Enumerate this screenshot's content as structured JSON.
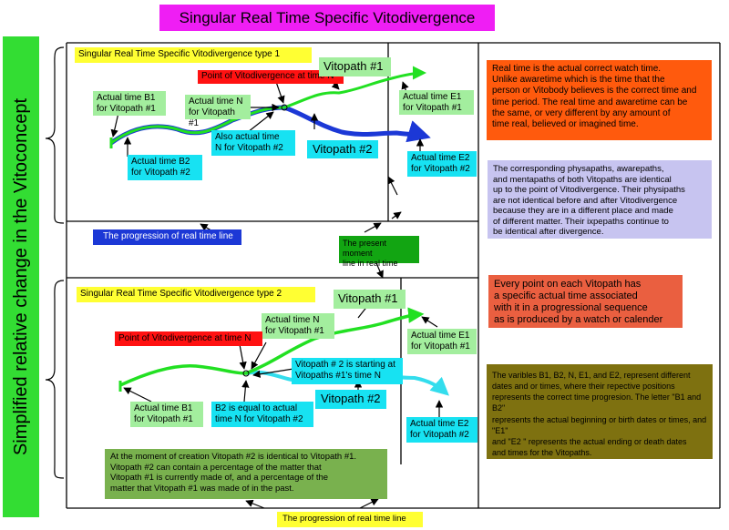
{
  "title": "Singular Real Time Specific Vitodivergence",
  "side_label": "Simplified relative change in the Vitoconcept",
  "colors": {
    "title_bg": "#ef1ef4",
    "side_bg": "#33dd33",
    "path1": "#22e022",
    "path2_top": "#1c38d6",
    "path2_bottom": "#33dded",
    "red_label": "#ff1111",
    "light_green": "#a3ee9e",
    "cyan": "#17e2f2",
    "yellow": "#ffff33",
    "orange_box": "#ff5a0d",
    "lavender_box": "#c7c4f0",
    "coral_box": "#ea5f40",
    "olive_box": "#7e7110",
    "dark_green_box": "#12a512",
    "sage_box": "#79b14e"
  },
  "top_panel": {
    "header": "Singular Real Time Specific Vitodivergence type 1",
    "point_label": "Point of Vitodivergence at time N",
    "path1_label": "Vitopath #1",
    "path2_label": "Vitopath #2",
    "b1": [
      "Actual time B1",
      "for Vitopath #1"
    ],
    "b2": [
      "Actual time B2",
      "for Vitopath #2"
    ],
    "n1": [
      "Actual time N",
      "for Vitopath #1"
    ],
    "n2": [
      "Also actual time",
      "N for Vitopath #2"
    ],
    "e1": [
      "Actual time E1",
      "for Vitopath #1"
    ],
    "e2": [
      "Actual time E2",
      "for Vitopath #2"
    ],
    "timeline": "The progression of real time line"
  },
  "present_moment": [
    "The present moment",
    "line in real time"
  ],
  "bottom_panel": {
    "header": "Singular Real Time Specific Vitodivergence type 2",
    "point_label": "Point of Vitodivergence at time N",
    "path1_label": "Vitopath #1",
    "path2_label": "Vitopath #2",
    "n1": [
      "Actual time N",
      "for Vitopath #1"
    ],
    "start2": [
      "Vitopath # 2 is starting at",
      "Vitopaths #1's time N"
    ],
    "b1": [
      "Actual time B1",
      "for Vitopath #1"
    ],
    "b2eq": [
      "B2 is equal to actual",
      "time N for Vitopath #2"
    ],
    "e1": [
      "Actual time E1",
      "for Vitopath #1"
    ],
    "e2": [
      "Actual time E2",
      "for Vitopath #2"
    ],
    "creation": [
      "At the moment of creation Vitopath #2 is identical to Vitopath #1.",
      "Vitopath #2 can contain a percentage of the matter that",
      "Vitopath #1 is currently made of, and a percentage of the",
      "matter that Vitopath #1 was made of in the past."
    ],
    "timeline": "The progression of real time line"
  },
  "right_notes": {
    "real_time": [
      "Real time is the actual correct watch time.",
      "Unlike awaretime which is the time that the",
      "person or Vitobody believes is the correct time and",
      "time period. The real time and awaretime can be",
      "the same, or very different by any amount of",
      "time real, believed or imagined time."
    ],
    "physapaths": [
      "The corresponding physapaths, awarepaths,",
      "and mentapaths of both Vitopaths are identical",
      "up to the point of Vitodivergence. Their physipaths",
      "are not identical  before and after Vitodivergence",
      "because they are in a different place and made",
      "of different matter. Their ixpepaths continue to",
      "be identical after divergence."
    ],
    "every_point": [
      "Every point on each Vitopath has",
      "a specific actual time associated",
      "with it in a progressional sequence",
      "as is produced by a watch or calender"
    ],
    "variables": [
      "The varibles B1, B2, N,  E1, and E2, represent different",
      "dates and or times, where their repective positions",
      "represents the correct time progresion.  The letter \"B1 and B2\"",
      "represents the actual beginning or birth dates or times, and \"E1\"",
      "and \"E2 \" represents the actual ending or death dates",
      "and times for the Vitopaths."
    ]
  }
}
